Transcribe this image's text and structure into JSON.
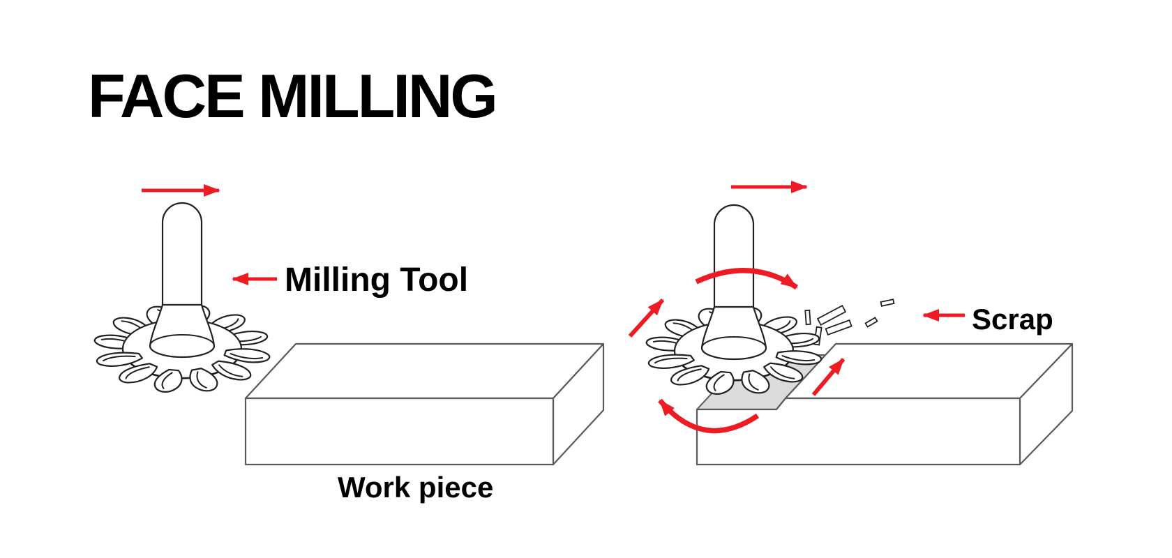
{
  "title": "FACE MILLING",
  "diagram": {
    "left": {
      "tool_label": "Milling Tool",
      "workpiece_label": "Work piece"
    },
    "right": {
      "scrap_label": "Scrap"
    }
  },
  "colors": {
    "red": "#ED1C24",
    "ink": "#231F20",
    "outline": "#58595B",
    "milled": "#DBDBDB",
    "background": "#FFFFFF",
    "text": "#000000"
  }
}
